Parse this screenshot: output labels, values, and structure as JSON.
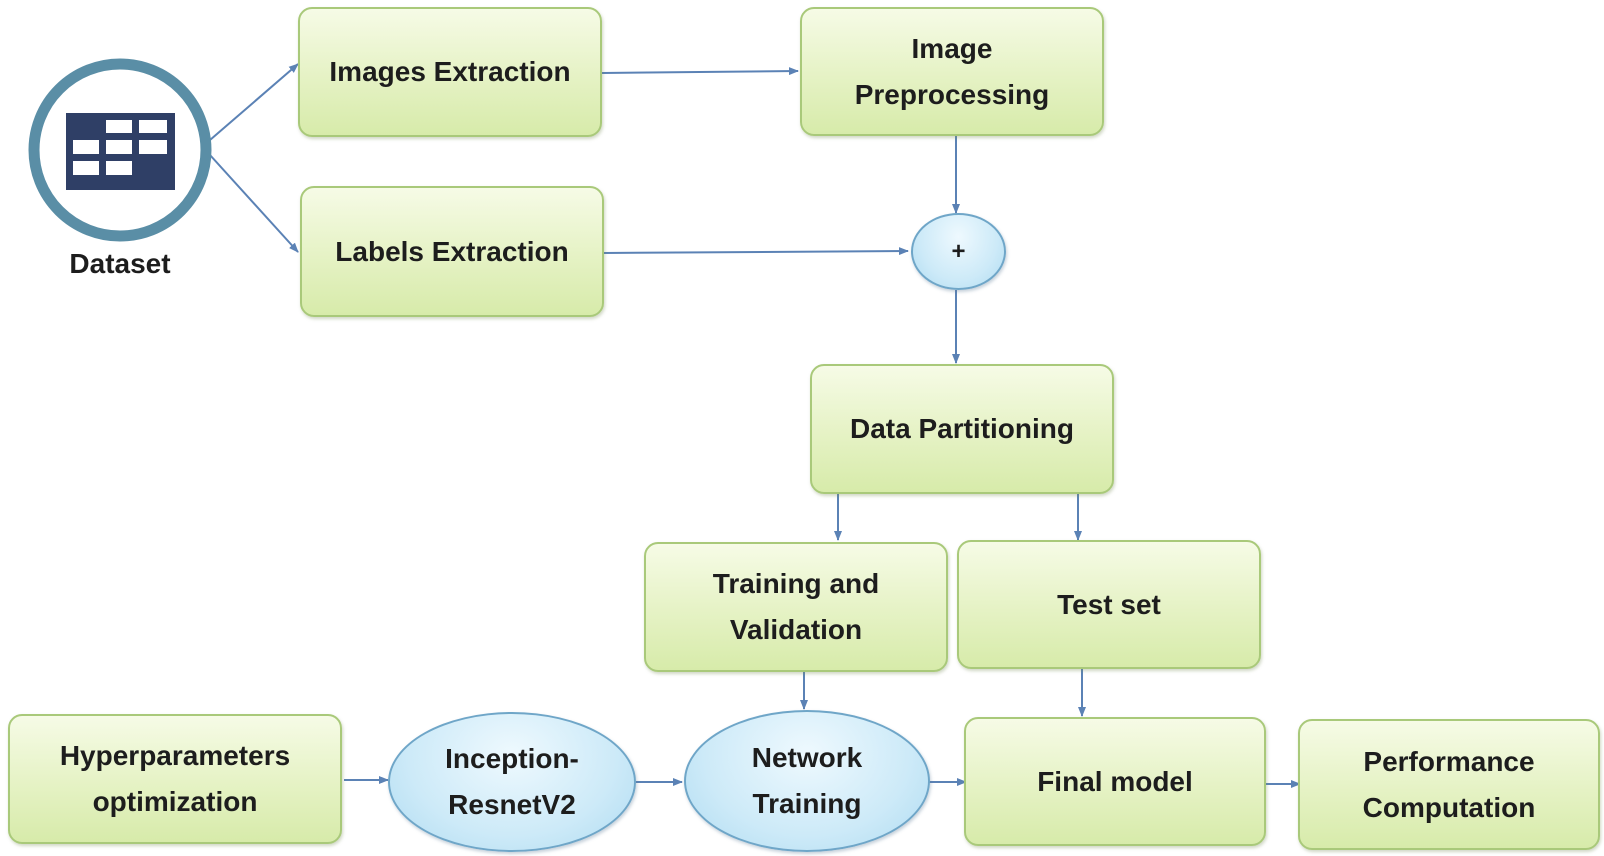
{
  "diagram": {
    "nodes": {
      "dataset": "Dataset",
      "images_extraction": "Images Extraction",
      "labels_extraction": "Labels Extraction",
      "image_preprocessing": "Image\nPreprocessing",
      "merge": "+",
      "data_partitioning": "Data Partitioning",
      "training_validation": "Training and\nValidation",
      "test_set": "Test set",
      "hyperparameters": "Hyperparameters\noptimization",
      "inception": "Inception-\nResnetV2",
      "network_training": "Network\nTraining",
      "final_model": "Final model",
      "performance": "Performance\nComputation"
    },
    "edges": [
      {
        "from": "dataset",
        "to": "images_extraction"
      },
      {
        "from": "dataset",
        "to": "labels_extraction"
      },
      {
        "from": "images_extraction",
        "to": "image_preprocessing"
      },
      {
        "from": "image_preprocessing",
        "to": "merge"
      },
      {
        "from": "labels_extraction",
        "to": "merge"
      },
      {
        "from": "merge",
        "to": "data_partitioning"
      },
      {
        "from": "data_partitioning",
        "to": "training_validation"
      },
      {
        "from": "data_partitioning",
        "to": "test_set"
      },
      {
        "from": "training_validation",
        "to": "network_training"
      },
      {
        "from": "test_set",
        "to": "final_model"
      },
      {
        "from": "hyperparameters",
        "to": "inception"
      },
      {
        "from": "inception",
        "to": "network_training"
      },
      {
        "from": "network_training",
        "to": "final_model"
      },
      {
        "from": "final_model",
        "to": "performance"
      }
    ],
    "colors": {
      "box_fill": "#e2f0c0",
      "box_border": "#a9c97a",
      "oval_fill": "#cdeaf8",
      "oval_border": "#6fa6c8",
      "arrow": "#5b82b5",
      "dataset_icon_ring": "#5a8ea6",
      "dataset_icon_grid": "#2f3f66"
    },
    "icons": {
      "dataset": "table-database-icon"
    }
  }
}
